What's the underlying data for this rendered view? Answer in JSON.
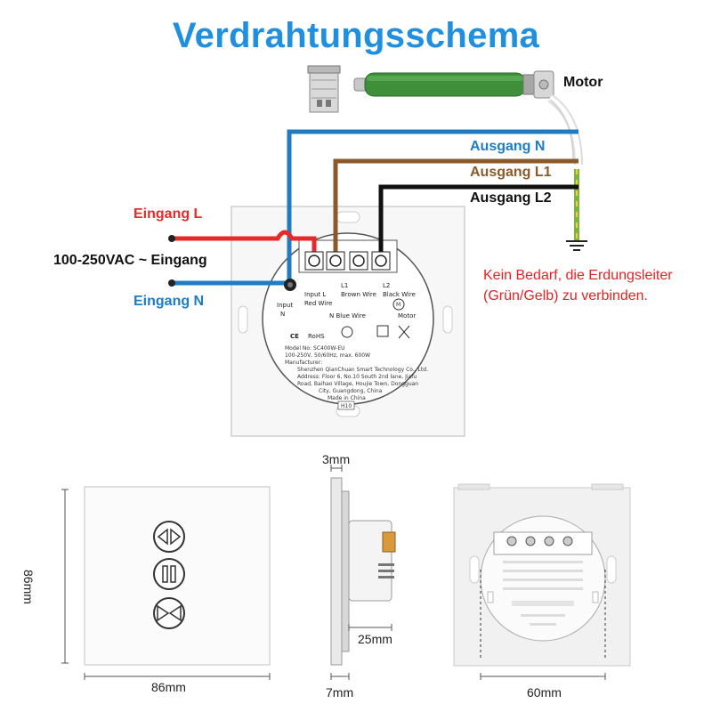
{
  "title": "Verdrahtungsschema",
  "wiring": {
    "motor": "Motor",
    "out_n": "Ausgang N",
    "out_l1": "Ausgang L1",
    "out_l2": "Ausgang L2",
    "in_l": "Eingang L",
    "in_voltage": "100-250VAC ~ Eingang",
    "in_n": "Eingang N",
    "ground_note": "Kein Bedarf, die Erdungsleiter (Grün/Gelb) zu verbinden."
  },
  "module": {
    "input_l": "Input L",
    "red_wire": "Red Wire",
    "l1": "L1",
    "brown_wire": "Brown Wire",
    "l2": "L2",
    "black_wire": "Black Wire",
    "input": "Input",
    "n": "N",
    "blue_wire": "N  Blue Wire",
    "motor": "Motor",
    "model": "Model No: SC400W-EU",
    "rating": "100-250V, 50/60Hz, max. 600W",
    "manufacturer": "Manufacturer:",
    "company": "Shenzhen QianChuan Smart Technology Co., Ltd.",
    "address1": "Address: Floor 6, No.10 South 2nd lane, Jiafu",
    "address2": "Road, Baihao Village, Houjie Town, Dongguan",
    "address3": "City, Guangdong, China",
    "made_in": "Made in China",
    "code": "H10"
  },
  "dimensions": {
    "width": "86mm",
    "height": "86mm",
    "glass": "3mm",
    "depth_body": "25mm",
    "depth_total": "7mm",
    "box": "60mm"
  },
  "colors": {
    "title": "#1f8fe0",
    "live": "#e32b2b",
    "neutral": "#1f7cc3",
    "l1": "#8a5a2b",
    "l2": "#111111",
    "ground": "#7cb342",
    "note": "#e02424",
    "motor": "#3f8f3a"
  }
}
